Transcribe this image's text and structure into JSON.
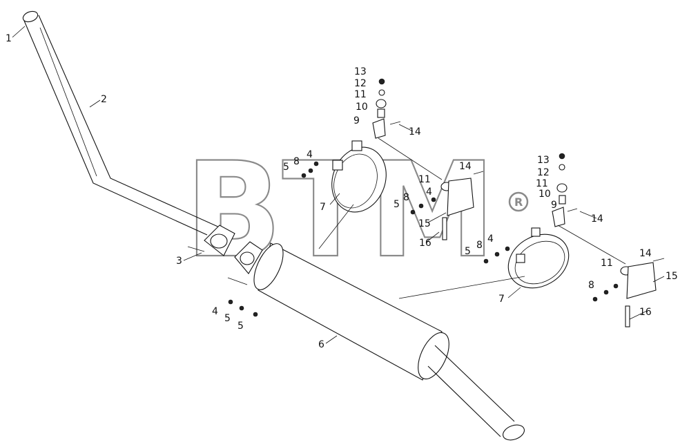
{
  "watermark": {
    "text": "BTM",
    "registered_mark": "®"
  },
  "callouts": [
    "1",
    "2",
    "3",
    "4",
    "4",
    "4",
    "4",
    "5",
    "5",
    "5",
    "5",
    "5",
    "6",
    "7",
    "7",
    "8",
    "8",
    "8",
    "8",
    "9",
    "9",
    "10",
    "10",
    "11",
    "11",
    "11",
    "11",
    "12",
    "12",
    "13",
    "13",
    "14",
    "14",
    "14",
    "14",
    "15",
    "15",
    "16",
    "16"
  ]
}
